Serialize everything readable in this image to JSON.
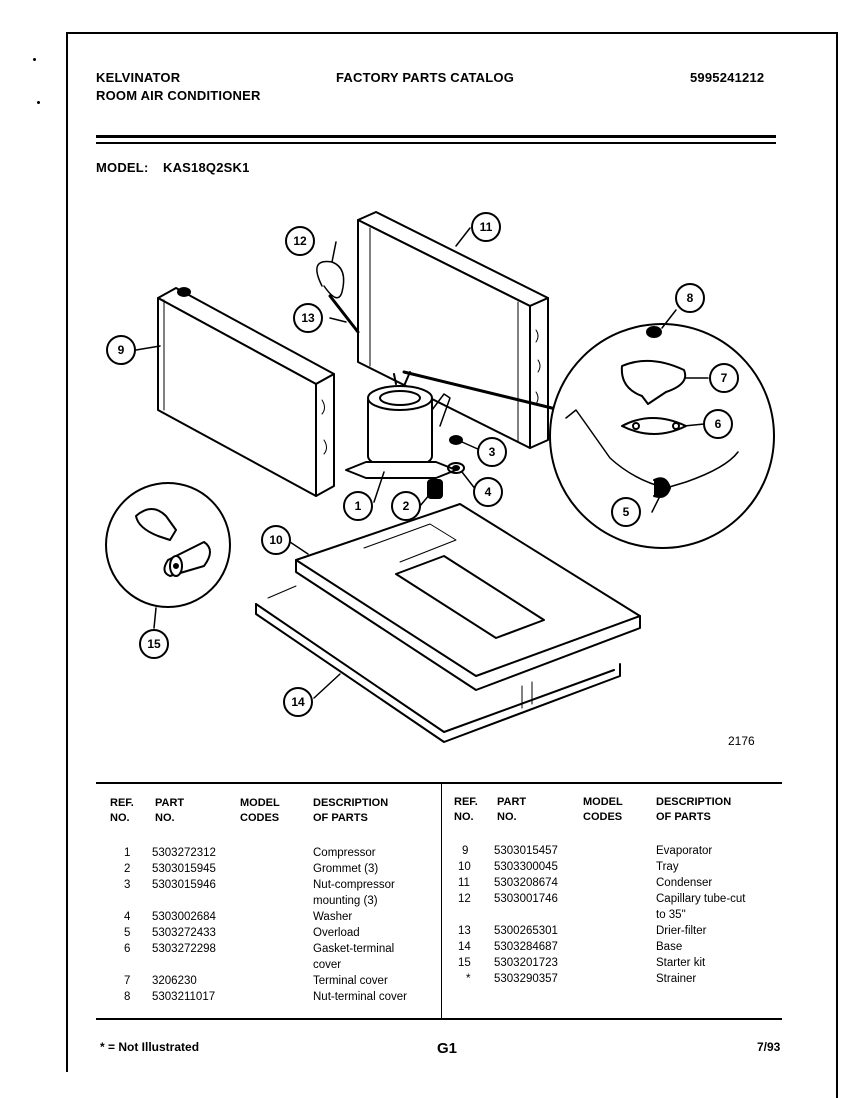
{
  "header": {
    "brand": "KELVINATOR",
    "product": "ROOM AIR CONDITIONER",
    "catalog": "FACTORY PARTS CATALOG",
    "doc_number": "5995241212",
    "model_label": "MODEL:",
    "model_value": "KAS18Q2SK1"
  },
  "diagram": {
    "drawing_number": "2176",
    "callouts": [
      "1",
      "2",
      "3",
      "4",
      "5",
      "6",
      "7",
      "8",
      "9",
      "10",
      "11",
      "12",
      "13",
      "14",
      "15"
    ]
  },
  "table": {
    "headers": {
      "ref": [
        "REF.",
        "NO."
      ],
      "part": [
        "PART",
        "NO."
      ],
      "model": [
        "MODEL",
        "CODES"
      ],
      "desc": [
        "DESCRIPTION",
        "OF PARTS"
      ]
    },
    "left_rows": [
      {
        "ref": "1",
        "part": "5303272312",
        "desc": "Compressor"
      },
      {
        "ref": "2",
        "part": "5303015945",
        "desc": "Grommet (3)"
      },
      {
        "ref": "3",
        "part": "5303015946",
        "desc": "Nut-compressor mounting (3)"
      },
      {
        "ref": "4",
        "part": "5303002684",
        "desc": "Washer"
      },
      {
        "ref": "5",
        "part": "5303272433",
        "desc": "Overload"
      },
      {
        "ref": "6",
        "part": "5303272298",
        "desc": "Gasket-terminal cover"
      },
      {
        "ref": "7",
        "part": "3206230",
        "desc": "Terminal cover"
      },
      {
        "ref": "8",
        "part": "5303211017",
        "desc": "Nut-terminal cover"
      }
    ],
    "right_rows": [
      {
        "ref": "9",
        "part": "5303015457",
        "desc": "Evaporator"
      },
      {
        "ref": "10",
        "part": "5303300045",
        "desc": "Tray"
      },
      {
        "ref": "11",
        "part": "5303208674",
        "desc": "Condenser"
      },
      {
        "ref": "12",
        "part": "5303001746",
        "desc": "Capillary tube-cut to 35\""
      },
      {
        "ref": "13",
        "part": "5300265301",
        "desc": "Drier-filter"
      },
      {
        "ref": "14",
        "part": "5303284687",
        "desc": "Base"
      },
      {
        "ref": "15",
        "part": "5303201723",
        "desc": "Starter kit"
      },
      {
        "ref": "*",
        "part": "5303290357",
        "desc": "Strainer"
      }
    ]
  },
  "footer": {
    "note": "* = Not Illustrated",
    "page": "G1",
    "date": "7/93"
  }
}
